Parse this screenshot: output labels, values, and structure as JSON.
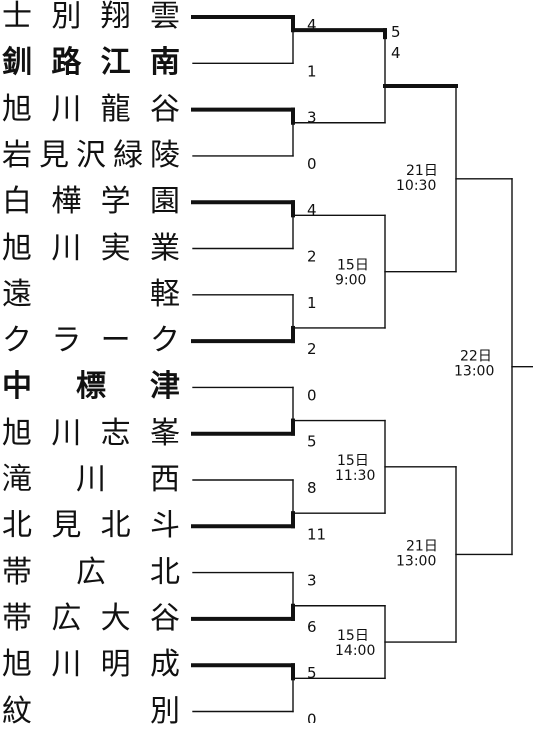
{
  "teams": [
    {
      "name": "士別翔雲",
      "chars": [
        "士",
        "別",
        "翔",
        "雲"
      ],
      "bold": false,
      "score": "4"
    },
    {
      "name": "釧路江南",
      "chars": [
        "釧",
        "路",
        "江",
        "南"
      ],
      "bold": true,
      "score": "1"
    },
    {
      "name": "旭川龍谷",
      "chars": [
        "旭",
        "川",
        "龍",
        "谷"
      ],
      "bold": false,
      "score": "3"
    },
    {
      "name": "岩見沢緑陵",
      "chars": [
        "岩",
        "見",
        "沢",
        "緑",
        "陵"
      ],
      "bold": false,
      "score": "0"
    },
    {
      "name": "白樺学園",
      "chars": [
        "白",
        "樺",
        "学",
        "園"
      ],
      "bold": false,
      "score": "4"
    },
    {
      "name": "旭川実業",
      "chars": [
        "旭",
        "川",
        "実",
        "業"
      ],
      "bold": false,
      "score": "2"
    },
    {
      "name": "遠軽",
      "chars": [
        "遠",
        "軽"
      ],
      "bold": false,
      "score": "1"
    },
    {
      "name": "クラーク",
      "chars": [
        "ク",
        "ラ",
        "ー",
        "ク"
      ],
      "bold": false,
      "score": "2"
    },
    {
      "name": "中標津",
      "chars": [
        "中",
        "標",
        "津"
      ],
      "bold": true,
      "score": "0"
    },
    {
      "name": "旭川志峯",
      "chars": [
        "旭",
        "川",
        "志",
        "峯"
      ],
      "bold": false,
      "score": "5"
    },
    {
      "name": "滝川西",
      "chars": [
        "滝",
        "川",
        "西"
      ],
      "bold": false,
      "score": "8"
    },
    {
      "name": "北見北斗",
      "chars": [
        "北",
        "見",
        "北",
        "斗"
      ],
      "bold": false,
      "score": "11"
    },
    {
      "name": "帯広北",
      "chars": [
        "帯",
        "広",
        "北"
      ],
      "bold": false,
      "score": "3"
    },
    {
      "name": "帯広大谷",
      "chars": [
        "帯",
        "広",
        "大",
        "谷"
      ],
      "bold": false,
      "score": "6"
    },
    {
      "name": "旭川明成",
      "chars": [
        "旭",
        "川",
        "明",
        "成"
      ],
      "bold": false,
      "score": "5"
    },
    {
      "name": "紋別",
      "chars": [
        "紋",
        "別"
      ],
      "bold": false,
      "score": "0"
    }
  ],
  "round2": [
    {
      "top_score": "5",
      "bottom_score": "4",
      "date": "",
      "time": ""
    },
    {
      "top_score": "",
      "bottom_score": "",
      "date": "15日",
      "time": "9:00"
    },
    {
      "top_score": "",
      "bottom_score": "",
      "date": "15日",
      "time": "11:30"
    },
    {
      "top_score": "",
      "bottom_score": "",
      "date": "15日",
      "time": "14:00"
    }
  ],
  "semis": [
    {
      "date": "21日",
      "time": "10:30"
    },
    {
      "date": "21日",
      "time": "13:00"
    }
  ],
  "final": {
    "date": "22日",
    "time": "13:00"
  },
  "colors": {
    "line": "#111111",
    "winner_line_width": 4,
    "loser_line_width": 1.4
  }
}
